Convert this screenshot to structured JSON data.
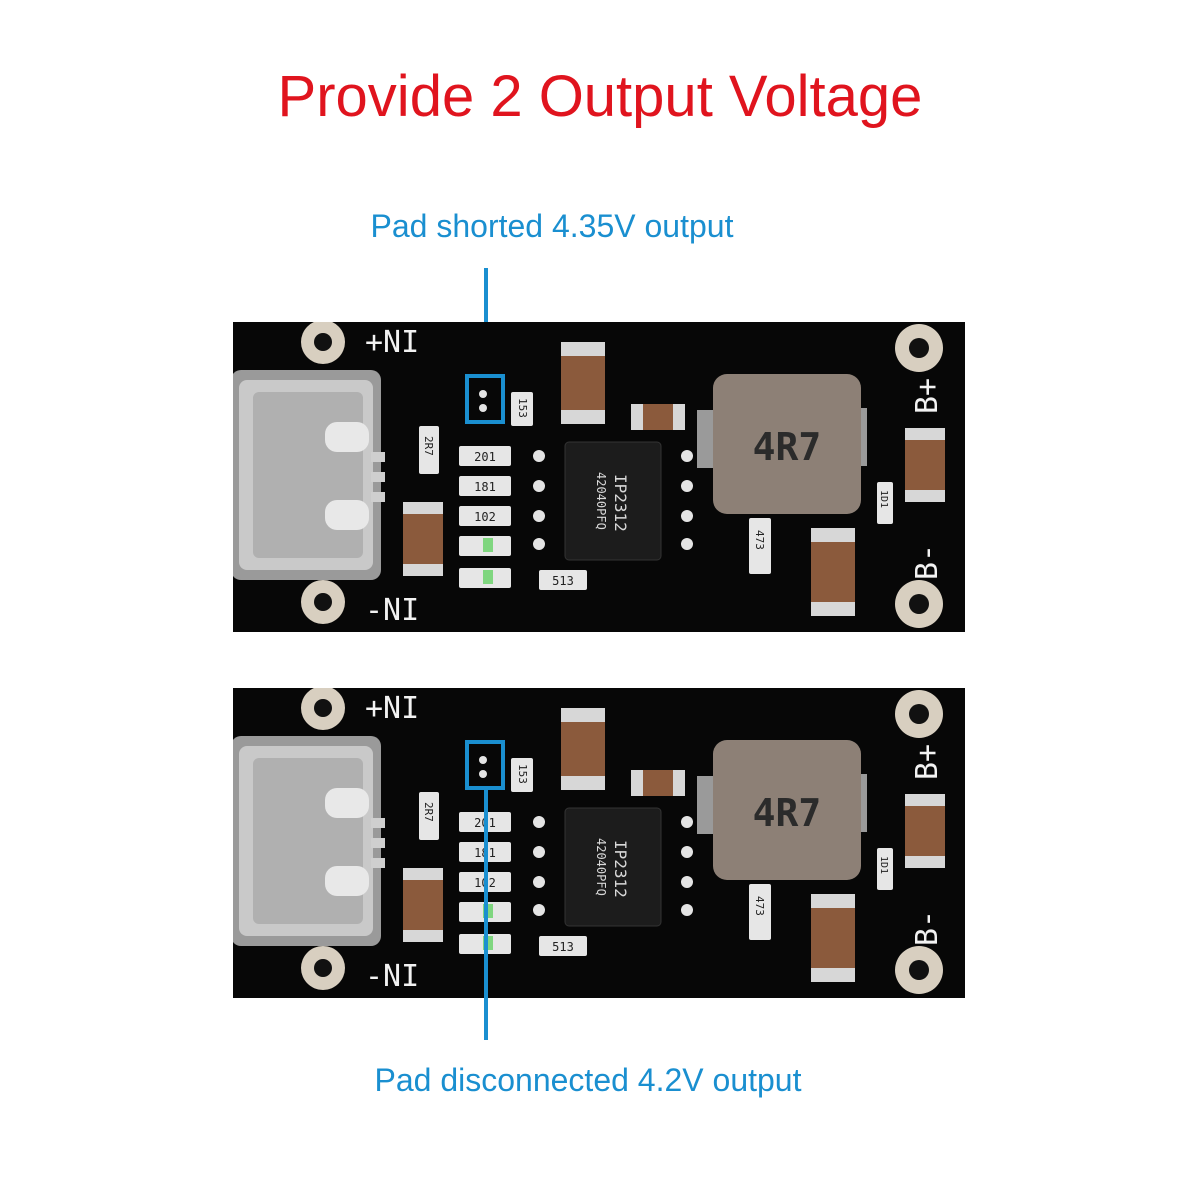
{
  "title": "Provide 2 Output Voltage",
  "callouts": {
    "top": "Pad shorted 4.35V output",
    "bottom": "Pad disconnected 4.2V output"
  },
  "colors": {
    "title": "#e0141e",
    "callout": "#1a8fd0",
    "pcb": "#070707"
  },
  "board": {
    "label_in_plus": "+NI",
    "label_in_minus": "-NI",
    "label_b_plus": "B+",
    "label_b_minus": "B-",
    "inductor": "4R7",
    "chip_name": "IP2312",
    "chip_code": "42040PFQ",
    "res_153": "153",
    "res_102": "102",
    "res_181": "181",
    "res_201": "201",
    "res_513": "513",
    "res_2r7": "2R7",
    "res_473": "473",
    "res_1d1": "1D1"
  }
}
